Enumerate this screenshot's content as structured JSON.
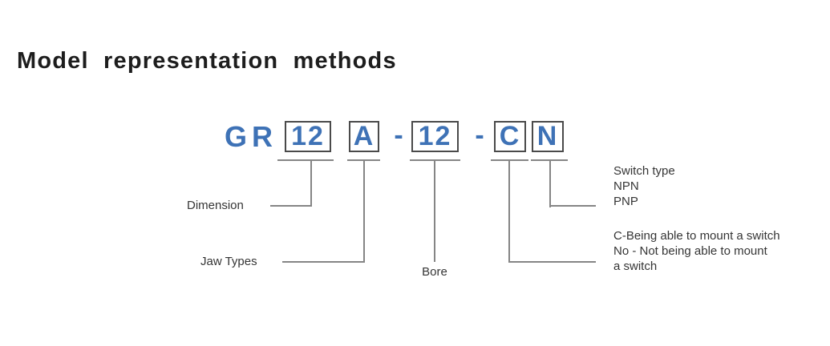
{
  "title": "Model representation methods",
  "colors": {
    "accent_blue": "#3e72b6",
    "box_border": "#4a4a4a",
    "connector_gray": "#858585",
    "text_dark": "#353535"
  },
  "model_code": {
    "prefix": "GR",
    "segments": [
      {
        "text": "12",
        "boxed": true
      },
      {
        "text": "A",
        "boxed": true
      },
      {
        "text": "-",
        "boxed": false
      },
      {
        "text": "12",
        "boxed": true
      },
      {
        "text": "-",
        "boxed": false
      },
      {
        "text": "C",
        "boxed": true
      },
      {
        "text": "N",
        "boxed": true
      }
    ]
  },
  "labels": {
    "dimension": "Dimension",
    "jaw_types": "Jaw Types",
    "bore": "Bore",
    "switch_type_lines": [
      "Switch type",
      "NPN",
      "PNP"
    ],
    "mount_lines": [
      "C-Being able to mount a switch",
      "No - Not being able to mount",
      "a switch"
    ]
  }
}
